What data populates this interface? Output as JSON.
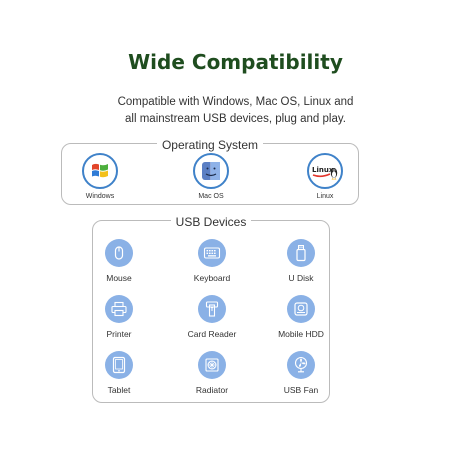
{
  "title": "Wide Compatibility",
  "subtitle_line1": "Compatible with Windows, Mac OS, Linux and",
  "subtitle_line2": "all mainstream USB devices, plug and play.",
  "os_section": {
    "label": "Operating System",
    "items": [
      {
        "label": "Windows",
        "icon": "windows-icon"
      },
      {
        "label": "Mac OS",
        "icon": "mac-os-icon"
      },
      {
        "label": "Linux",
        "icon": "linux-icon"
      }
    ]
  },
  "usb_section": {
    "label": "USB Devices",
    "items": [
      {
        "label": "Mouse",
        "icon": "mouse-icon"
      },
      {
        "label": "Keyboard",
        "icon": "keyboard-icon"
      },
      {
        "label": "U Disk",
        "icon": "u-disk-icon"
      },
      {
        "label": "Printer",
        "icon": "printer-icon"
      },
      {
        "label": "Card Reader",
        "icon": "card-reader-icon"
      },
      {
        "label": "Mobile HDD",
        "icon": "mobile-hdd-icon"
      },
      {
        "label": "Tablet",
        "icon": "tablet-icon"
      },
      {
        "label": "Radiator",
        "icon": "radiator-icon"
      },
      {
        "label": "USB Fan",
        "icon": "usb-fan-icon"
      }
    ]
  },
  "colors": {
    "title": "#1f4d1f",
    "os_ring": "#3f82c9",
    "usb_icon_bg": "#8ab1e6",
    "border": "#bbbbbb"
  }
}
